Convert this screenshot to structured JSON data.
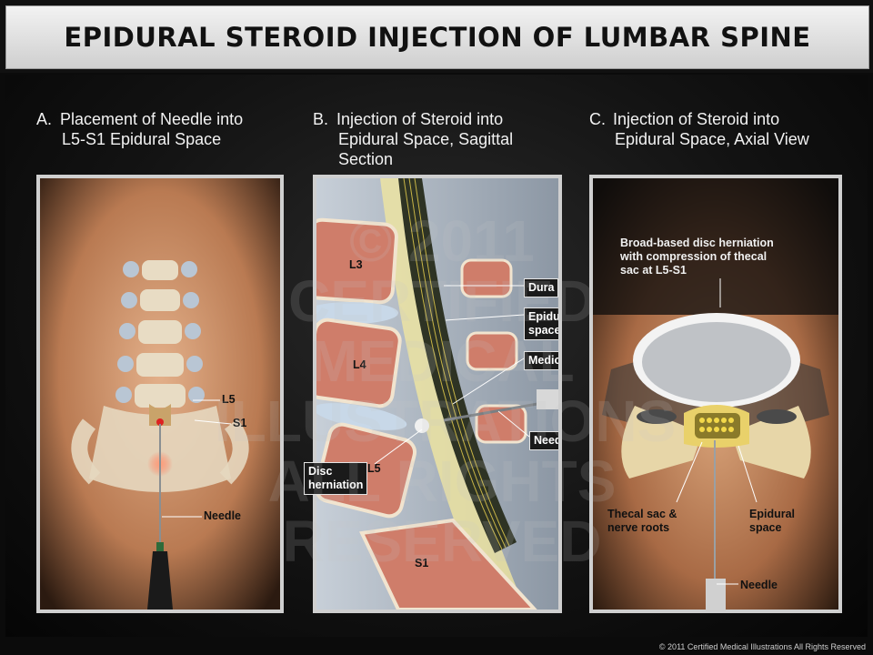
{
  "title": "EPIDURAL STEROID INJECTION OF LUMBAR SPINE",
  "panels": [
    {
      "letter": "A.",
      "heading_line1": "Placement of Needle into",
      "heading_line2": "L5-S1 Epidural Space",
      "heading_line3": "",
      "labels": {
        "l5": "L5",
        "s1": "S1",
        "needle": "Needle"
      }
    },
    {
      "letter": "B.",
      "heading_line1": "Injection of Steroid into",
      "heading_line2": "Epidural Space, Sagittal",
      "heading_line3": "Section",
      "labels": {
        "l3": "L3",
        "l4": "L4",
        "l5": "L5",
        "s1": "S1",
        "dura": "Dura",
        "epidural_space_1": "Epidural",
        "epidural_space_2": "space",
        "medicine": "Medicine",
        "needle": "Needle",
        "disc_herniation_1": "Disc",
        "disc_herniation_2": "herniation"
      }
    },
    {
      "letter": "C.",
      "heading_line1": "Injection of Steroid into",
      "heading_line2": "Epidural Space, Axial View",
      "heading_line3": "",
      "labels": {
        "broad_1": "Broad-based disc herniation",
        "broad_2": "with compression of thecal",
        "broad_3": "sac at L5-S1",
        "thecal_1": "Thecal sac &",
        "thecal_2": "nerve roots",
        "epidural_1": "Epidural",
        "epidural_2": "space",
        "needle": "Needle"
      }
    }
  ],
  "watermark": {
    "line1": "© 2011",
    "line2": "CERTIFIED",
    "line3": "MEDICAL",
    "line4": "ILLUSTRATIONS",
    "line5": "ALL RIGHTS",
    "line6": "RESERVED"
  },
  "footer": "© 2011 Certified Medical Illustrations All Rights Reserved",
  "colors": {
    "frame": "#cfcfcf",
    "skin": "#d9a47a",
    "bone": "#e8dcc4",
    "marrow": "#c86e5a",
    "nerve": "#e3c24a",
    "label_box": "#1a1a1a"
  }
}
